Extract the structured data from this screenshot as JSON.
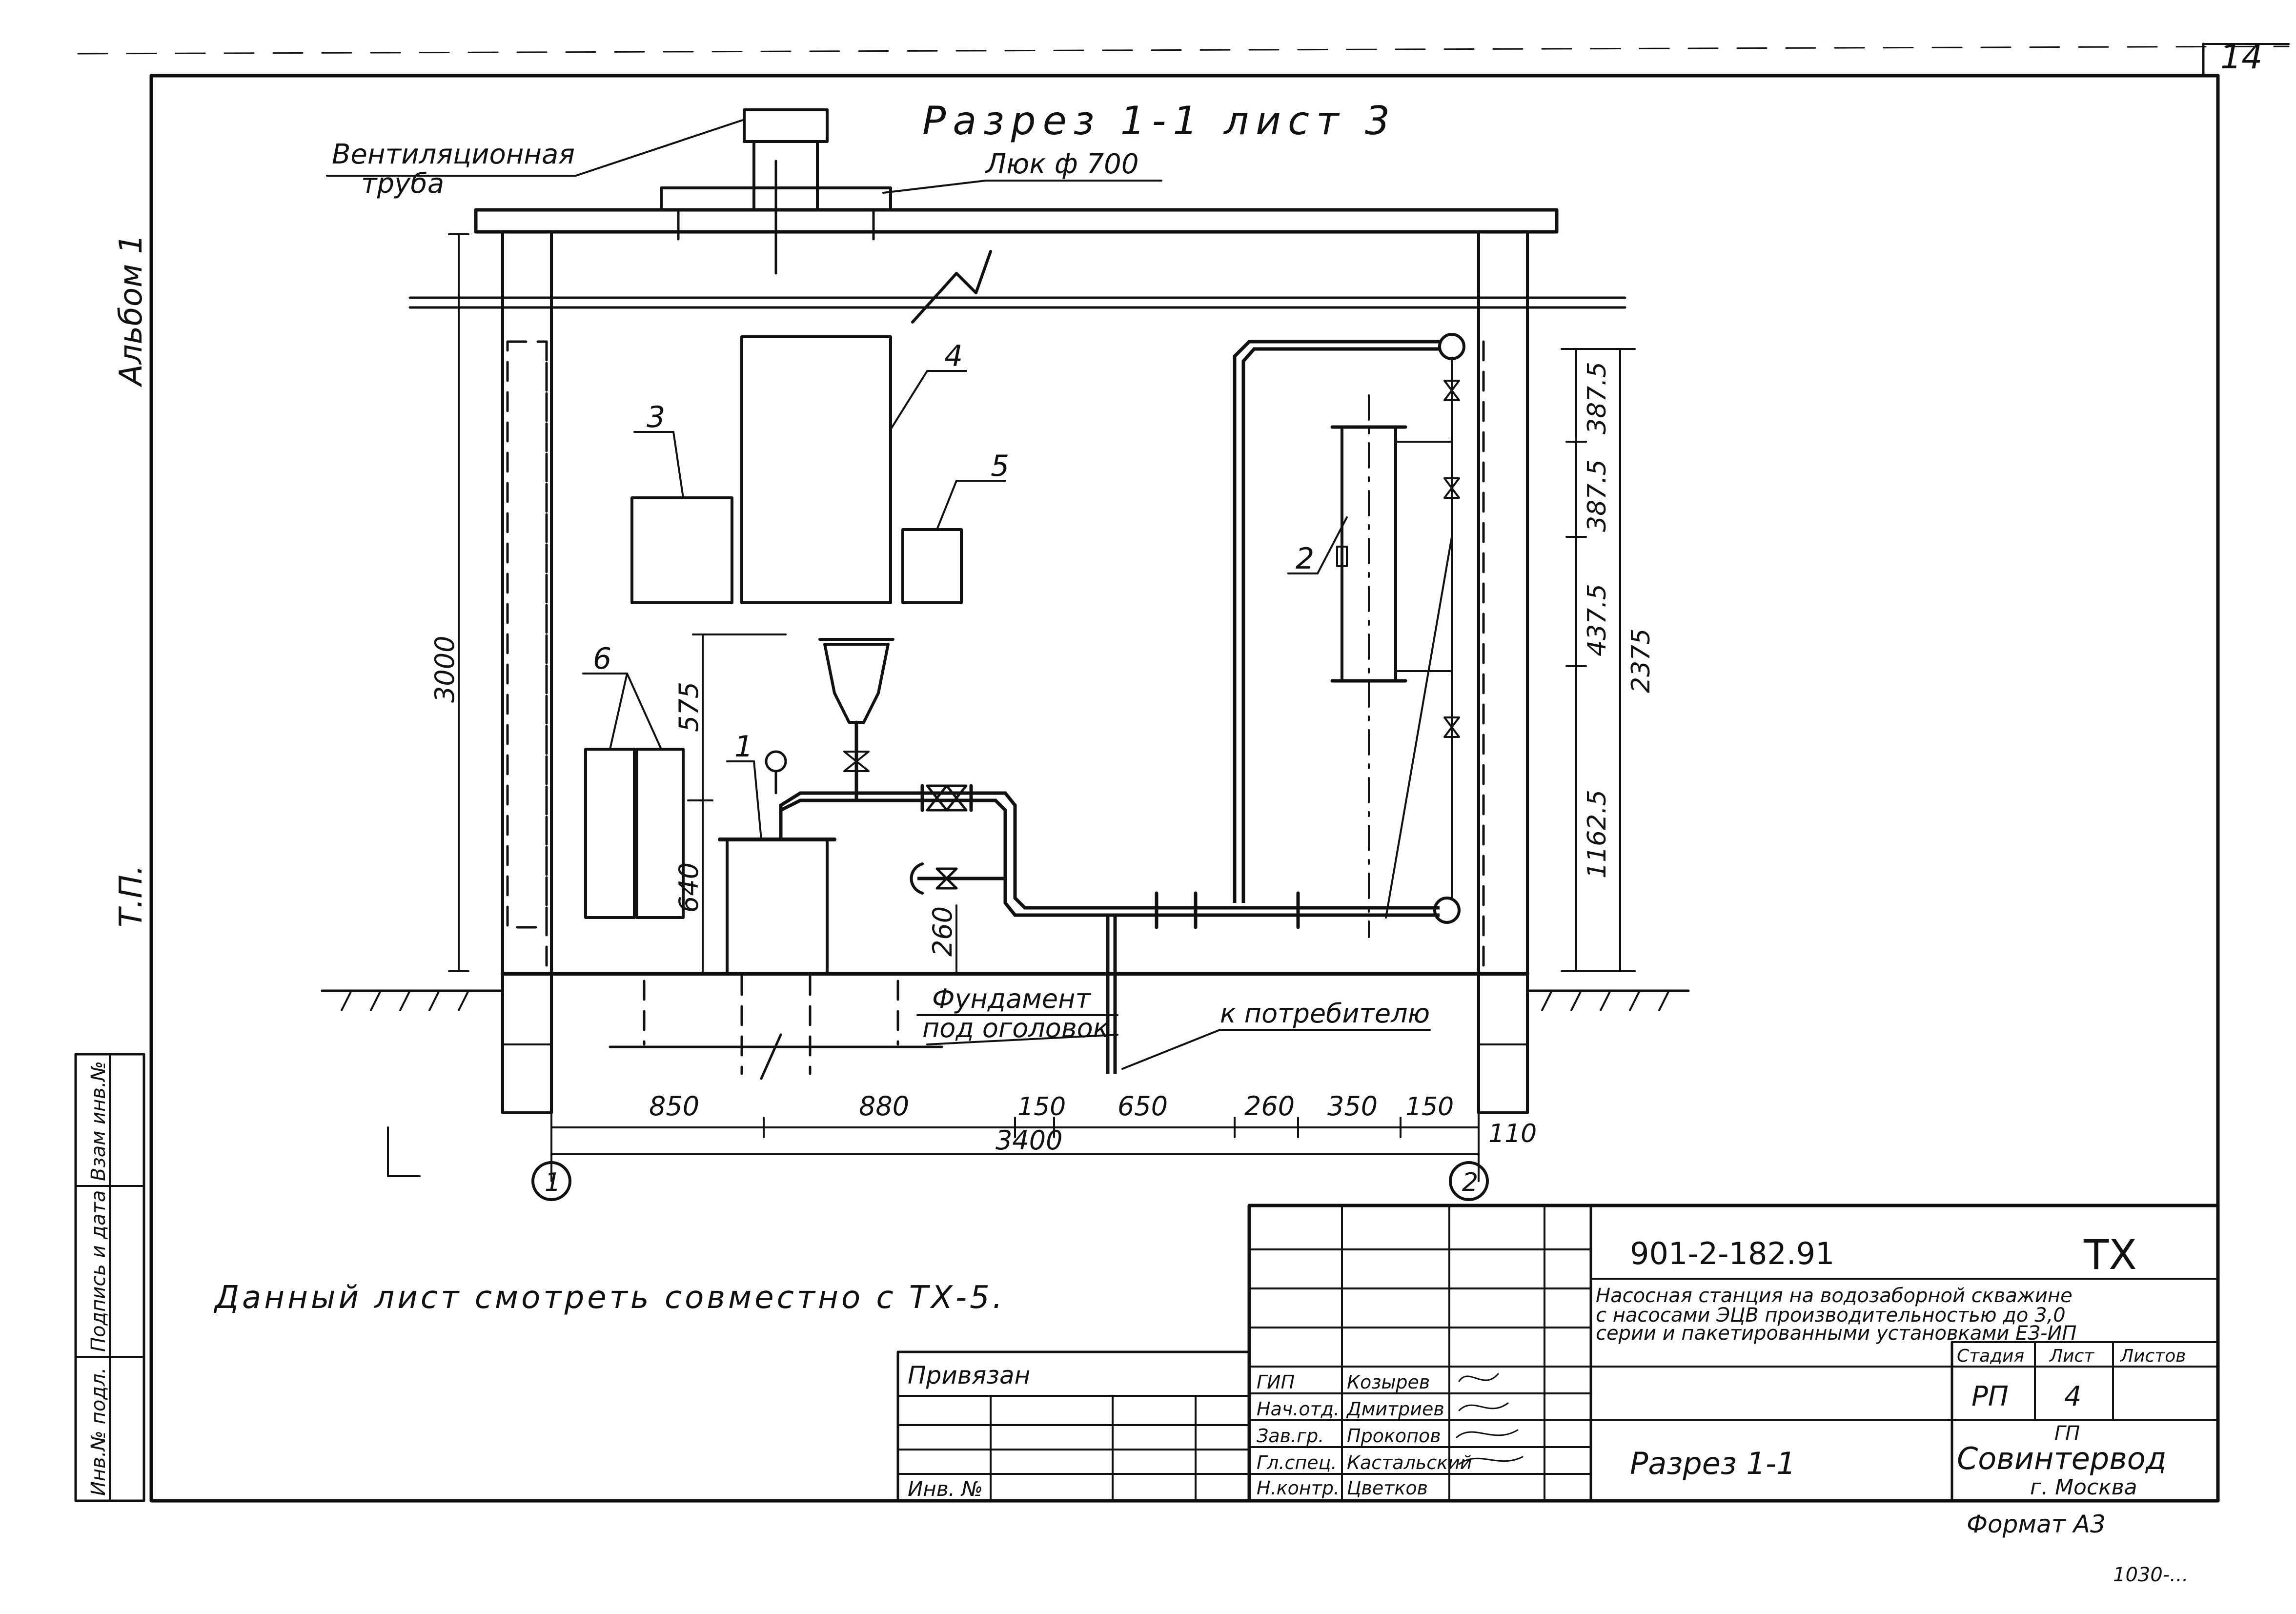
{
  "sheet": {
    "page_number": "14",
    "title": "Разрез 1-1 лист 3",
    "album": "Альбом 1",
    "tp": "Т.П.",
    "corner_mark": "1030-..."
  },
  "callouts": {
    "vent_pipe_line1": "Вентиляционная",
    "vent_pipe_line2": "труба",
    "hatch": "Люк ф 700",
    "foundation_line1": "Фундамент",
    "foundation_line2": "под оголовок",
    "to_consumer": "к потребителю",
    "note": "Данный лист смотреть совместно с ТХ-5."
  },
  "positions": [
    "1",
    "2",
    "3",
    "4",
    "5",
    "6"
  ],
  "axes": [
    "1",
    "2"
  ],
  "dimensions": {
    "height_total": "3000",
    "h575": "575",
    "h640": "640",
    "h260": "260",
    "right_387a": "387.5",
    "right_387b": "387.5",
    "right_437": "437.5",
    "right_1162": "1162.5",
    "right_2375": "2375",
    "bottom": [
      "850",
      "880",
      "150",
      "650",
      "260",
      "350",
      "150"
    ],
    "overall": "3400",
    "offset": "110"
  },
  "stamp_side": {
    "inv_orig": "Инв.№ подл.",
    "sign_date": "Подпись и дата",
    "inv_repl": "Взам инв.№"
  },
  "binding": {
    "label": "Привязан",
    "inv": "Инв. №"
  },
  "title_block": {
    "doc_code": "901-2-182.91",
    "mark": "ТХ",
    "description_line1": "Насосная станция на водозаборной скважине",
    "description_line2": "с насосами ЭЦВ производительностью до 3,0",
    "description_line3": "серии и пакетированными установками ЕЗ-ИП",
    "col_stage": "Стадия",
    "col_sheet": "Лист",
    "col_sheets": "Листов",
    "stage": "РП",
    "sheet_no": "4",
    "drawing_name": "Разрез 1-1",
    "org_line1": "ГП",
    "org_line2": "Совинтервод",
    "org_line3": "г. Москва",
    "format": "Формат А3",
    "roles": [
      {
        "role": "ГИП",
        "name": "Козырев"
      },
      {
        "role": "Нач.отд.",
        "name": "Дмитриев"
      },
      {
        "role": "Зав.гр.",
        "name": "Прокопов"
      },
      {
        "role": "Гл.спец.",
        "name": "Кастальский"
      },
      {
        "role": "Н.контр.",
        "name": "Цветков"
      }
    ]
  }
}
